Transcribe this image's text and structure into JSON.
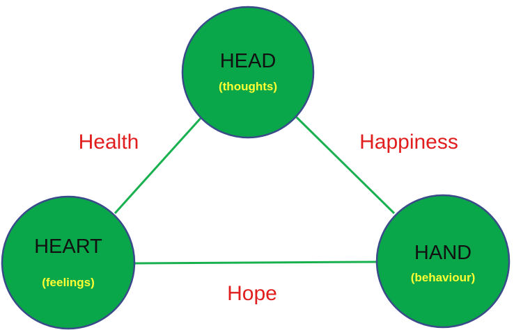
{
  "colors": {
    "node_fill": "#0aa64a",
    "node_border": "#3b4a8a",
    "edge_line": "#19b04f",
    "sub_text": "#ffff33",
    "edge_text": "#e11d1d"
  },
  "nodes": {
    "head": {
      "title": "HEAD",
      "subtitle": "(thoughts)"
    },
    "heart": {
      "title": "HEART",
      "subtitle": "(feelings)"
    },
    "hand": {
      "title": "HAND",
      "subtitle": "(behaviour)"
    }
  },
  "edges": {
    "head_heart": "Health",
    "head_hand": "Happiness",
    "heart_hand": "Hope"
  }
}
